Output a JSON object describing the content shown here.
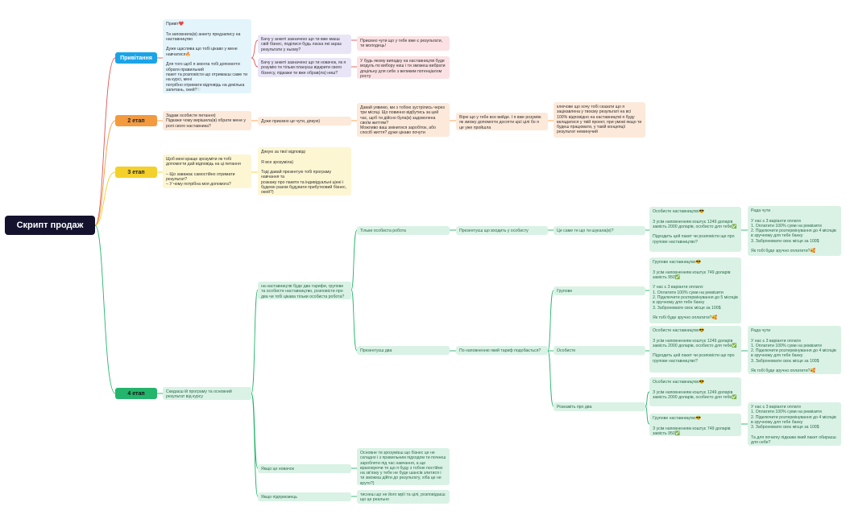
{
  "root": "Скрипт продаж",
  "stages": {
    "s1": "Привітання",
    "s2": "2 етап",
    "s3": "3 етап",
    "s4": "4 етап"
  },
  "nodes": {
    "n1_intro": "Привіт❤️\n\nТи заповнила(в) анкету предзапису на наставництво\n\nДуже щаслива що тобі цікаво у мене навчатися🔥\n\nДля того щоб я змогла тобі допомогти обрати правильний\nпакет та розповісти що отримаєш саме ти на курсі, мені\nпотрібно отримати відповідь на декілька запитань, окей?♡",
    "n1_q1": "Бачу у анкеті зазначено що ти вже маєш свій бізнес, поділися будь ласка які зараз результати у ньому?",
    "n1_q2": "Бачу у анкеті зазначено що ти новачок, як я розумію ти тільки плануєш відкрити свого бізнесу, підкажи ти вже обрав(ла) ниш?",
    "n1_a1": "Приємно чути що у тебе вже є результати, ти молодець!",
    "n1_a2": "У будь якому випадку на наставництві буде модуль по вибору ниш і ти зможеш вибрати доцільну для себе з великим потенціалом росту",
    "n2_q": "Задам особисте питання)\nПідкажи чому вирішила(в) обрати мене у ролі свого наставника?",
    "n2_thanks": "Дуже приємно це чути, дякую)",
    "n2_dream": "Давай уявимо, ми з тобою зустрілись через три місяці. Що повинно відбутись за цей час, щоб ти дійсно була(в) задоволена своїм життям?\nМожливо ваш змінитися заробіток, або спосіб життя? дуже цікаво почути",
    "n2_believe": "Вірю що у тебе все вийде. І я вже розумію як зможу допомогти досягти цієї цілі бо я це уже пройшла",
    "n2_key": "ключове що хочу тобі сказати що я зацікавлена у твоєму результаті на всі 100% відповідно на наставництві я буду вкладатися у твій проект, при умові якщо ти будеш працювати, у такій концепції результат неминучий",
    "n3_q": " Щоб мені краще зрозуміти як тобі допомогти дай відповідь на ці питання\n\n– Що заважає самостійно отримати результат?\n– У чому потрібна моя допомога?",
    "n3_thanks": "Дякую за твої відповіді\n\nЯ все зрозуміла)\n\nТоді давай презентую тобі програму навчання та\nрозкажу про пакети та індивідуальні цінні і будемо разом будувати прибутковий бізнес, окей?)",
    "n4_main": "Скидаєш ій програму та основний результат від курсу",
    "n4_tariffs": "на наставництві буде два тарифи, групове та особисте наставництво, розповісти про два чи тобі цікава тільки особиста робота?",
    "n4_only_personal": "Тільки особиста робота",
    "n4_present_personal": "Презентуєш що входить у особисту",
    "n4_q_all": "Це саме те що ти шукала(в)?",
    "n4_personal_offer": "Особисте наставництво😎\n\nЗ усім наповненням коштує 1249 доларів замість 2000 доларів, особисто для тебе✅\n\nПідходить цей пакет чи розповісти ще про групове наставництво?",
    "n4_pay1": "Рада чути\n\nУ нас є 3 варіанти оплати\n1. Оплатити 100% суми на реквізити\n2. Підключити розтермінування до 4 місяців в зручному для тебе банку\n3. Забронювати своє місце за 100$\n\nЯк тобі буде зручно оплатити?🥰",
    "n4_present_two": "Презентуєш два",
    "n4_q_which": "По наповненню який тариф подобається?",
    "n4_group_lbl": "Групове",
    "n4_group_offer": "Групове наставництво😎\n\nЗ усім наповненням коштує 749 доларів замість 950✅\n\nУ нас є 3 варіанти оплати:\n1. Оплатити 100% суми на реквізити\n2. Підключити розтермінування до 5 місяців в зручному для тебе банку\n3. Забронювати своє місце за 100$\n\nЯк тобі буде зручно оплатити?🥰",
    "n4_personal_lbl": "Особисте",
    "n4_personal_offer2": "Особисте наставництво😎\n\nЗ усім наповненням коштує 1249 доларів замість 2000 доларів, особисто для тебе✅\n\nПідходить цей пакет чи розповісти ще про групове наставництво?",
    "n4_pay2": "Рада чути\n\nУ нас є 3 варіанти оплати\n1. Оплатити 100% суми на реквізити\n2. Підключити розтермінування до 4 місяців в зручному для тебе банку\n3. Забронювати своє місце за 100$\n\nЯк тобі буде зручно оплатити?🥰",
    "n4_both_lbl": "Розкажіть про два",
    "n4_both_personal": "Особисте наставництво😎\n\nЗ усім наповненням коштує 1249 доларів замість 2000 доларів, особисто для тебе✅",
    "n4_both_group": "Групове наставництво😎\n\nЗ усім наповненням коштує 749 доларів замість 950✅",
    "n4_pay3": "У нас є 3 варіанти оплати\n1. Оплатити 100% суми на реквізити\n2. Підключити розтермінування до 4 місяців в зручному для тебе банку\n3. Забронювати своє місце за 100$\n\nТа для початку підкажи який пакет обираєш для себе?",
    "n4_novice": "Якщо це новачок",
    "n4_novice_text": "Основне ти зрозумієш що бізнес це не складно і з правильним підходом ти почнеш заробляти під час навчання, а ще враховуючи те що я буду з тобою постійно на зв'язку у тебе не буде шансів злитися і ти зможеш дійти до результату, хіба це не круто?)",
    "n4_entrepreneur": "Якщо підприємець",
    "n4_entrepreneur_text": "тиснеш що не його мрії та цілі, розповідаєш що це реально"
  },
  "colors": {
    "s1": "#1aa4e8",
    "s2": "#f39a3f",
    "s3": "#f4d02a",
    "s4": "#25b46b",
    "root": "#15122e"
  }
}
